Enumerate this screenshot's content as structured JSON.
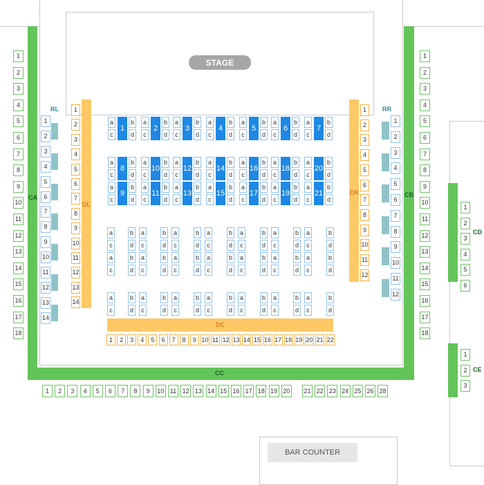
{
  "stage_label": "STAGE",
  "bar_counter_label": "BAR COUNTER",
  "zones": {
    "CA": "CA",
    "CB": "CB",
    "CC": "CC",
    "CD": "CD",
    "CE": "CE",
    "DL": "DL",
    "DR": "DR",
    "DC": "DC",
    "RL": "RL",
    "RR": "RR"
  },
  "sections": {
    "CA_seats": [
      "1",
      "2",
      "3",
      "4",
      "5",
      "6",
      "7",
      "8",
      "9",
      "10",
      "11",
      "12",
      "13",
      "14",
      "15",
      "16",
      "17",
      "18"
    ],
    "CB_seats": [
      "1",
      "2",
      "3",
      "4",
      "5",
      "6",
      "7",
      "8",
      "9",
      "10",
      "11",
      "12",
      "13",
      "14",
      "15",
      "16",
      "17",
      "18"
    ],
    "CC_seats": [
      "1",
      "2",
      "3",
      "4",
      "5",
      "6",
      "7",
      "8",
      "9",
      "10",
      "11",
      "12",
      "13",
      "14",
      "15",
      "16",
      "17",
      "18",
      "19",
      "20",
      "21",
      "22",
      "23",
      "24",
      "25",
      "26",
      "28"
    ],
    "CD_seats": [
      "1",
      "2",
      "3",
      "4",
      "5",
      "6"
    ],
    "CE_seats": [
      "1",
      "2",
      "3"
    ],
    "DL_seats": [
      "1",
      "2",
      "3",
      "4",
      "5",
      "6",
      "7",
      "8",
      "9",
      "10",
      "11",
      "12",
      "13",
      "14"
    ],
    "DR_seats": [
      "1",
      "2",
      "3",
      "4",
      "5",
      "6",
      "7",
      "8",
      "9",
      "10",
      "11",
      "12"
    ],
    "DC_seats": [
      "1",
      "2",
      "3",
      "4",
      "5",
      "6",
      "7",
      "8",
      "9",
      "10",
      "11",
      "12",
      "13",
      "14",
      "15",
      "16",
      "17",
      "18",
      "19",
      "20",
      "21",
      "22"
    ],
    "RL_seats": [
      "1",
      "2",
      "3",
      "4",
      "5",
      "6",
      "7",
      "8",
      "9",
      "10",
      "11",
      "12",
      "13",
      "14"
    ],
    "RR_seats": [
      "1",
      "2",
      "3",
      "4",
      "5",
      "6",
      "7",
      "8",
      "9",
      "10",
      "11",
      "12"
    ],
    "table_seat_letters": [
      "a",
      "b",
      "c",
      "d"
    ],
    "tables_row1": [
      "1",
      "2",
      "3",
      "4",
      "5",
      "6",
      "7"
    ],
    "tables_row2": [
      "8",
      "10",
      "12",
      "14",
      "16",
      "18",
      "20"
    ],
    "tables_row3": [
      "9",
      "11",
      "13",
      "15",
      "17",
      "19",
      "21"
    ]
  },
  "colors": {
    "green": "#63c45a",
    "orange": "#fdc865",
    "table_blue": "#1e88e5",
    "teal": "#90c3c7",
    "stage_gray": "#a6a6a6"
  }
}
